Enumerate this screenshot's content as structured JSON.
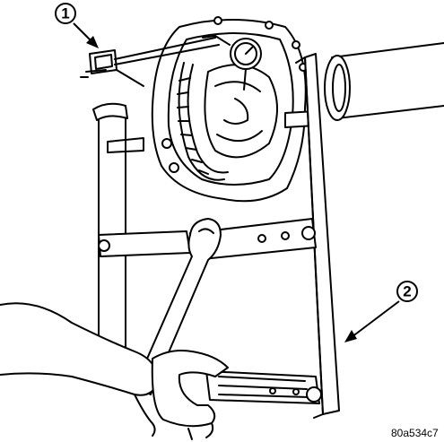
{
  "callouts": [
    {
      "label": "1"
    },
    {
      "label": "2"
    }
  ],
  "figure_code": "80a534c7",
  "colors": {
    "line": "#000000",
    "background": "#ffffff"
  }
}
